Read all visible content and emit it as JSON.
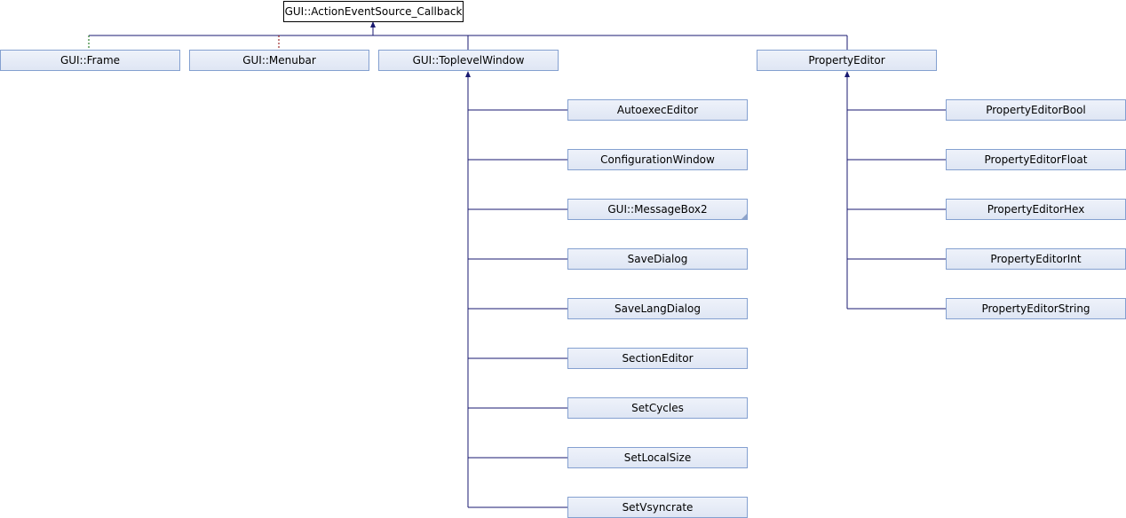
{
  "nodes": {
    "root": "GUI::ActionEventSource_Callback",
    "frame": "GUI::Frame",
    "menubar": "GUI::Menubar",
    "toplevel": "GUI::ToplevelWindow",
    "property_editor": "PropertyEditor",
    "autoexec": "AutoexecEditor",
    "configuration": "ConfigurationWindow",
    "messagebox2": "GUI::MessageBox2",
    "save_dialog": "SaveDialog",
    "save_lang": "SaveLangDialog",
    "section_editor": "SectionEditor",
    "set_cycles": "SetCycles",
    "set_local_size": "SetLocalSize",
    "set_vsyncrate": "SetVsyncrate",
    "pe_bool": "PropertyEditorBool",
    "pe_float": "PropertyEditorFloat",
    "pe_hex": "PropertyEditorHex",
    "pe_int": "PropertyEditorInt",
    "pe_string": "PropertyEditorString"
  },
  "colors": {
    "edge": "#191970",
    "edge_frame": "#006400",
    "edge_menubar": "#8b0000",
    "node_border": "#84a0d0",
    "node_fill": "#e8edf7"
  }
}
